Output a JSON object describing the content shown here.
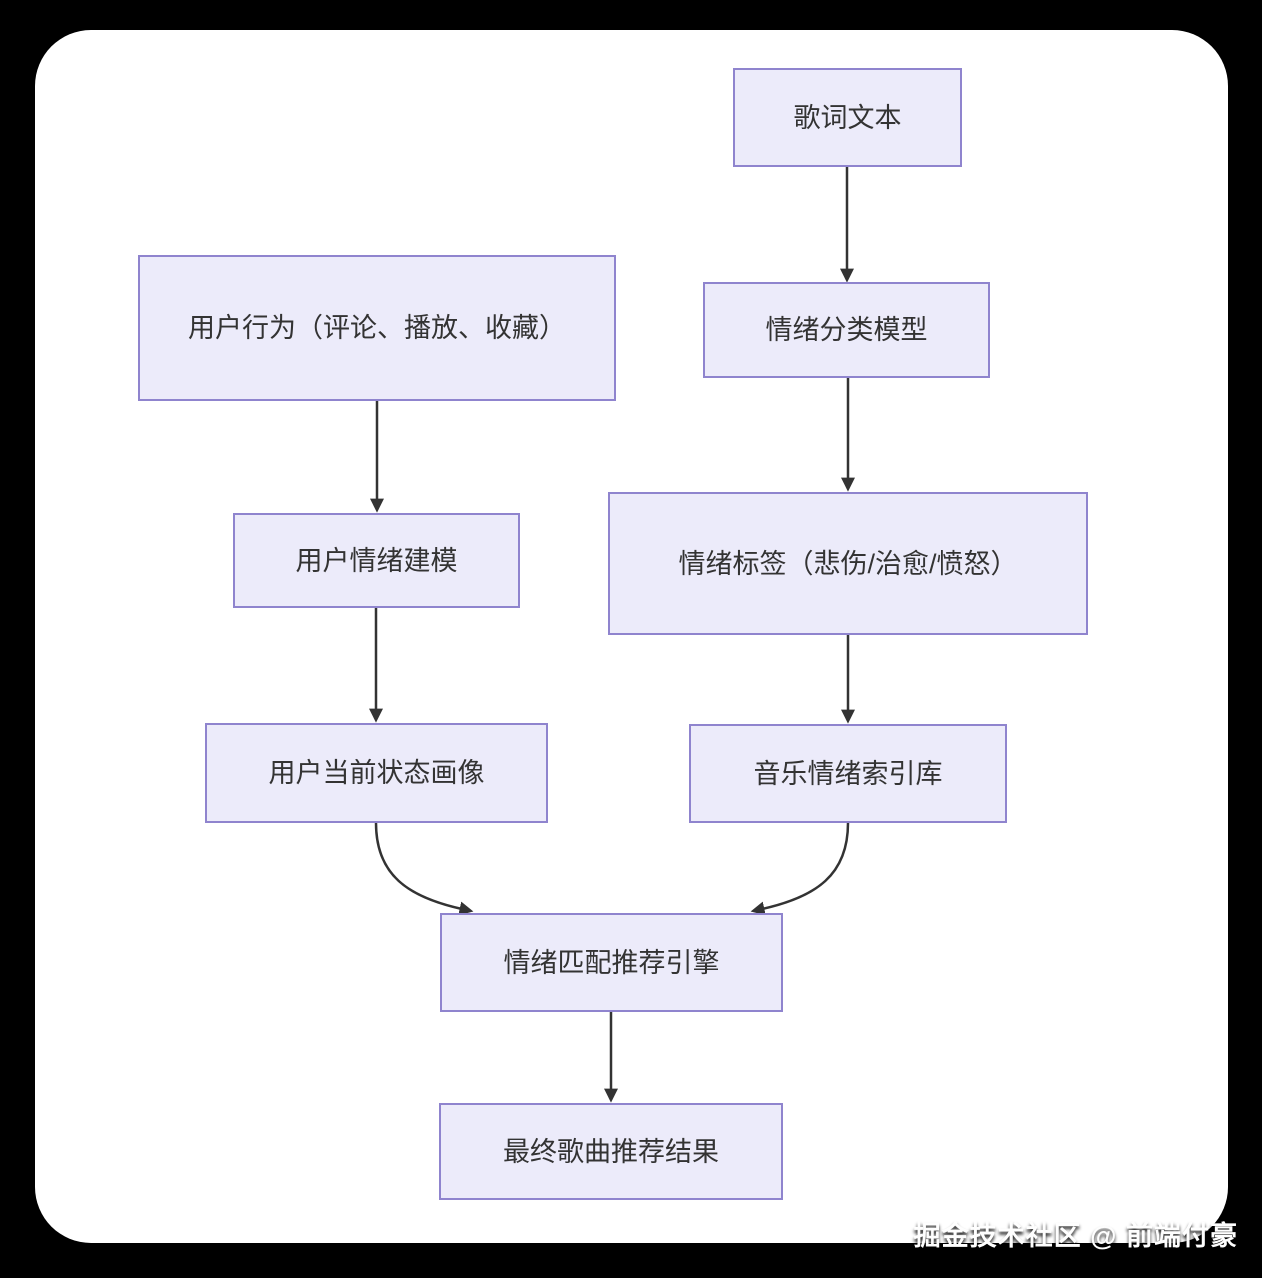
{
  "colors": {
    "page_background": "#000000",
    "canvas": "#FFFFFF",
    "node_fill": "#ECEBFA",
    "node_border": "#8F84CE",
    "node_text": "#333333",
    "arrow": "#333333"
  },
  "diagram": {
    "type": "flowchart",
    "nodes": {
      "lyrics_text": {
        "label": "歌词文本"
      },
      "user_behavior": {
        "label": "用户行为（评论、播放、收藏）"
      },
      "emotion_classifier": {
        "label": "情绪分类模型"
      },
      "emotion_labels": {
        "label": "情绪标签（悲伤/治愈/愤怒）"
      },
      "user_emotion_modeling": {
        "label": "用户情绪建模"
      },
      "user_state_profile": {
        "label": "用户当前状态画像"
      },
      "music_emotion_index": {
        "label": "音乐情绪索引库"
      },
      "matching_engine": {
        "label": "情绪匹配推荐引擎"
      },
      "final_recommendation": {
        "label": "最终歌曲推荐结果"
      }
    },
    "edges": [
      {
        "from": "lyrics_text",
        "to": "emotion_classifier"
      },
      {
        "from": "emotion_classifier",
        "to": "emotion_labels"
      },
      {
        "from": "emotion_labels",
        "to": "music_emotion_index"
      },
      {
        "from": "user_behavior",
        "to": "user_emotion_modeling"
      },
      {
        "from": "user_emotion_modeling",
        "to": "user_state_profile"
      },
      {
        "from": "user_state_profile",
        "to": "matching_engine"
      },
      {
        "from": "music_emotion_index",
        "to": "matching_engine"
      },
      {
        "from": "matching_engine",
        "to": "final_recommendation"
      }
    ]
  },
  "watermark": {
    "text": "掘金技术社区 @ 前端付豪"
  }
}
